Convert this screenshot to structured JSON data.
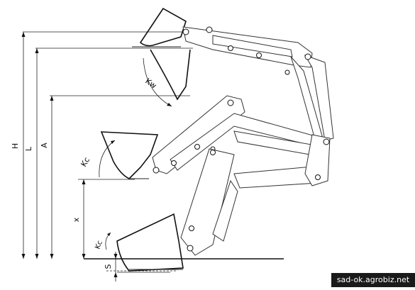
{
  "dimensions": {
    "H": "H",
    "L": "L",
    "A": "A",
    "X": "x",
    "S": "S",
    "Kc_top": "Kc",
    "Kc_bottom": "Kc",
    "Kw": "Kw"
  },
  "watermark": "sad-ok.agrobiz.net",
  "colors": {
    "line": "#222222",
    "background": "#ffffff",
    "watermark_bg": "#1a1a1a",
    "watermark_fg": "#ffffff"
  }
}
